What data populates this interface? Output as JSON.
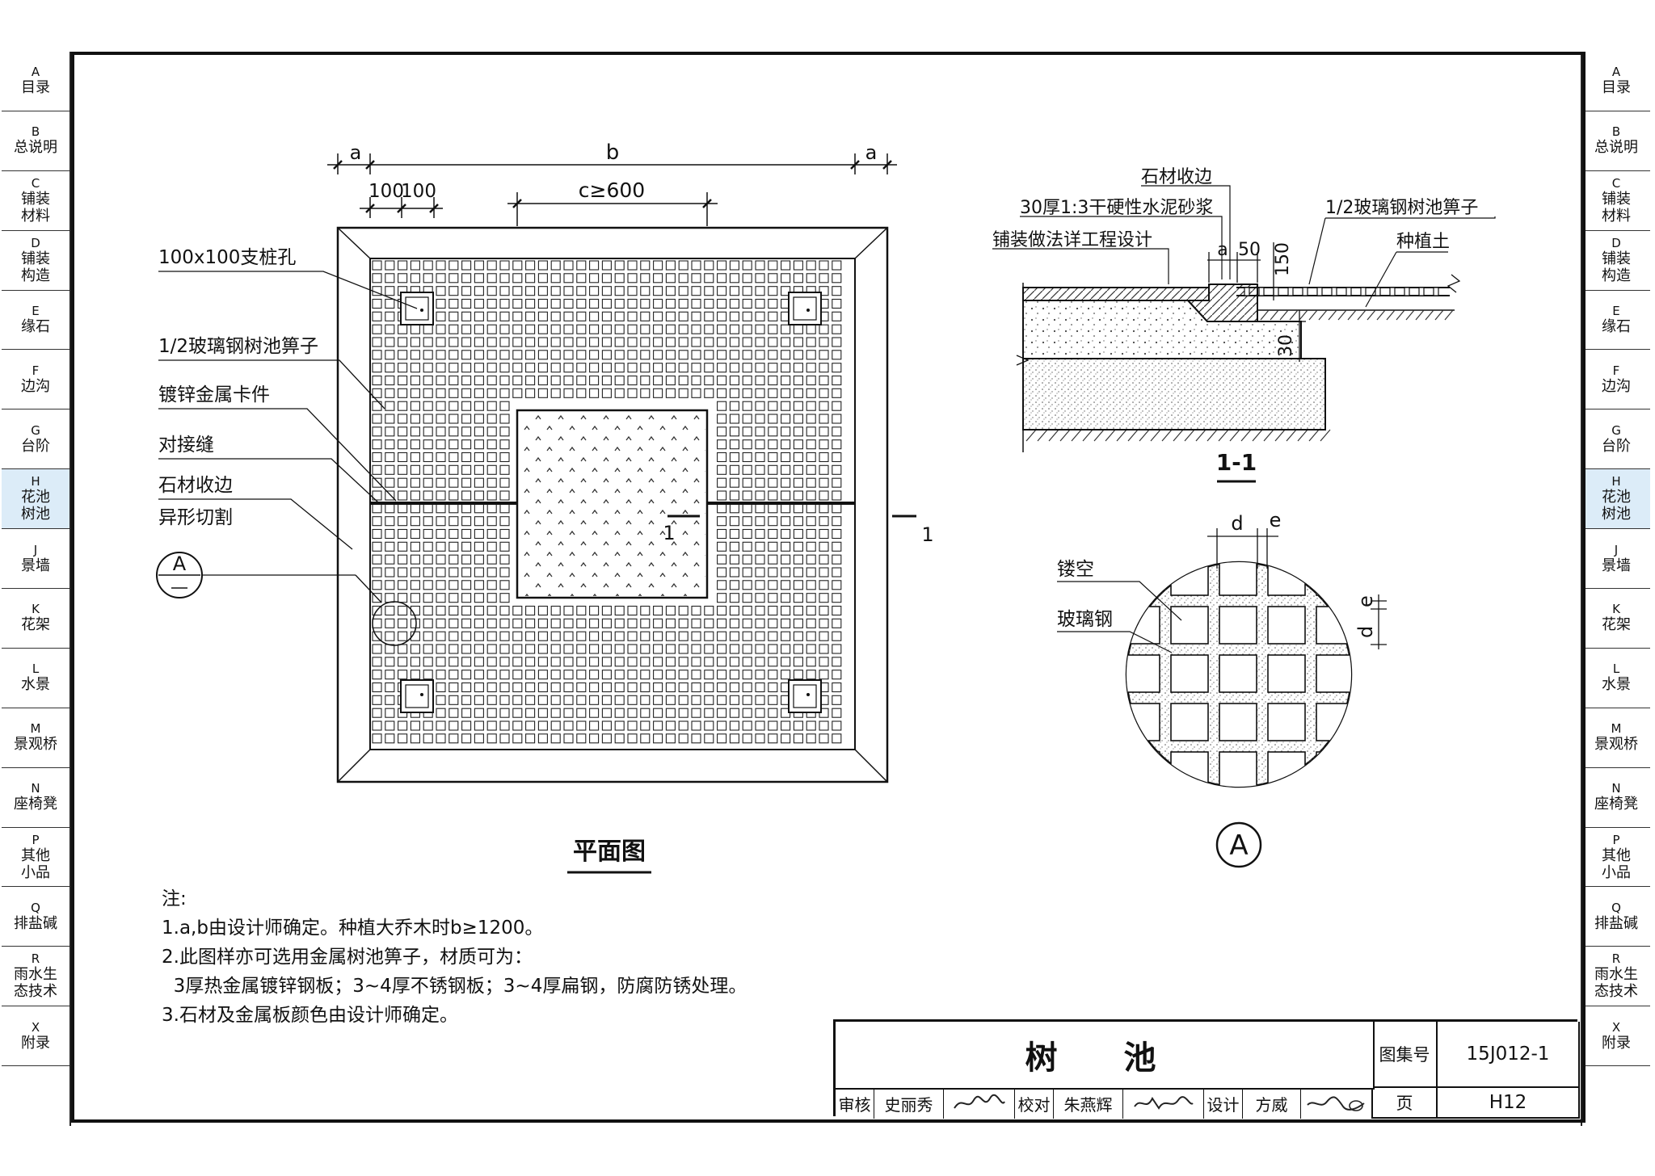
{
  "sidebar": {
    "items": [
      {
        "code": "A",
        "label": "目录"
      },
      {
        "code": "B",
        "label": "总说明"
      },
      {
        "code": "C",
        "label": "铺装\n材料"
      },
      {
        "code": "D",
        "label": "铺装\n构造"
      },
      {
        "code": "E",
        "label": "缘石"
      },
      {
        "code": "F",
        "label": "边沟"
      },
      {
        "code": "G",
        "label": "台阶"
      },
      {
        "code": "H",
        "label": "花池\n树池"
      },
      {
        "code": "J",
        "label": "景墙"
      },
      {
        "code": "K",
        "label": "花架"
      },
      {
        "code": "L",
        "label": "水景"
      },
      {
        "code": "M",
        "label": "景观桥"
      },
      {
        "code": "N",
        "label": "座椅凳"
      },
      {
        "code": "P",
        "label": "其他\n小品"
      },
      {
        "code": "Q",
        "label": "排盐碱"
      },
      {
        "code": "R",
        "label": "雨水生\n态技术"
      },
      {
        "code": "X",
        "label": "附录"
      }
    ],
    "active_code": "H"
  },
  "plan": {
    "dim_a": "a",
    "dim_b": "b",
    "dim_100a": "100",
    "dim_100b": "100",
    "dim_c": "c≥600",
    "label_pile_hole": "100x100支桩孔",
    "label_grate": "1/2玻璃钢树池箅子",
    "label_clip": "镀锌金属卡件",
    "label_joint": "对接缝",
    "label_stone_edge": "石材收边",
    "label_cut": "异形切割",
    "detail_mark": "A",
    "section_mark": "1",
    "title": "平面图"
  },
  "section": {
    "label_stone_edge": "石材收边",
    "label_mortar": "30厚1:3干硬性水泥砂浆",
    "label_paving": "铺装做法详工程设计",
    "label_grate": "1/2玻璃钢树池箅子",
    "label_soil": "种植土",
    "dim_a": "a",
    "dim_50": "50",
    "dim_150": "150",
    "dim_30": "30",
    "title": "1-1"
  },
  "detail": {
    "dim_d": "d",
    "dim_e": "e",
    "label_hollow": "镂空",
    "label_frp": "玻璃钢",
    "title": "A"
  },
  "notes": {
    "heading": "注:",
    "line1": "1.a,b由设计师确定。种植大乔木时b≥1200。",
    "line2": "2.此图样亦可选用金属树池箅子，材质可为：",
    "line3": "  3厚热金属镀锌钢板；3~4厚不锈钢板；3~4厚扁钢，防腐防锈处理。",
    "line4": "3.石材及金属板颜色由设计师确定。"
  },
  "title_block": {
    "title": "树  池",
    "atlas_label": "图集号",
    "atlas_no": "15J012-1",
    "page_label": "页",
    "page_no": "H12",
    "review_label": "审核",
    "reviewer": "史丽秀",
    "check_label": "校对",
    "checker": "朱燕辉",
    "design_label": "设计",
    "designer": "方威"
  }
}
